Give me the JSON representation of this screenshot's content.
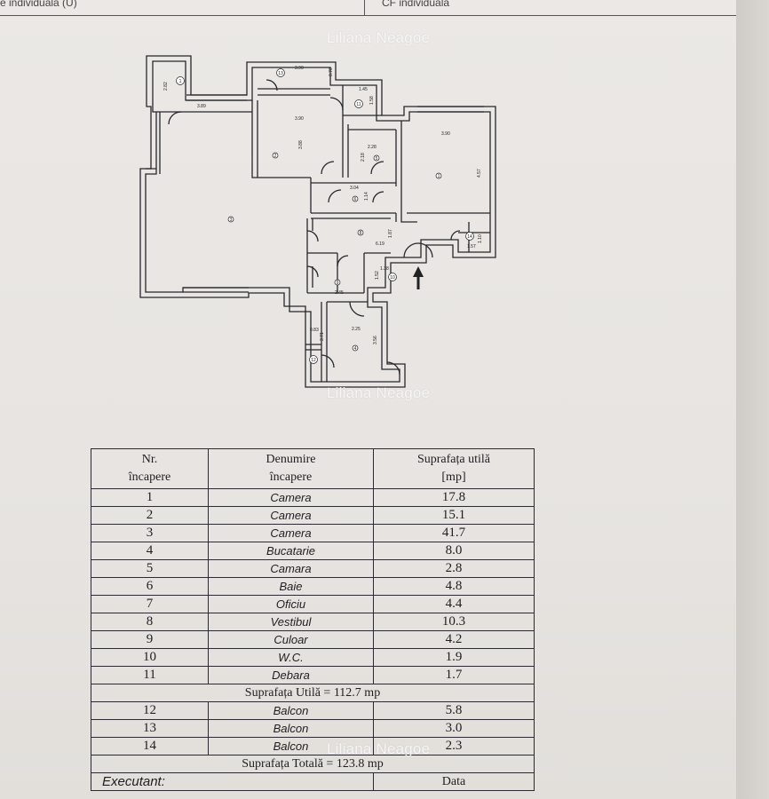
{
  "header": {
    "left_text": "e individuala (U)",
    "right_text": "CF individuala"
  },
  "watermark": {
    "top": "Liliana Neagoe",
    "middle": "Liliana Neagoe",
    "bottom": "Liliana Neagoe"
  },
  "plan": {
    "room_markers": [
      "1",
      "2",
      "3",
      "4",
      "5",
      "6",
      "7",
      "8",
      "9",
      "10",
      "11",
      "12",
      "13",
      "14"
    ],
    "dimensions": [
      "3.90",
      "0.70",
      "2.82",
      "3.89",
      "1.45",
      "1.58",
      "3.90",
      "3.88",
      "2.28",
      "2.18",
      "3.90",
      "4.57",
      "3.04",
      "1.14",
      "1.87",
      "6.19",
      "1.10",
      "1.57",
      "1.38",
      "1.52",
      "2.45",
      "0.83",
      "3.71",
      "2.25",
      "3.56"
    ]
  },
  "table": {
    "headers": {
      "nr": [
        "Nr.",
        "încapere"
      ],
      "name": [
        "Denumire",
        "încapere"
      ],
      "area": [
        "Suprafața utilă",
        "[mp]"
      ]
    },
    "rows": [
      {
        "nr": "1",
        "name": "Camera",
        "area": "17.8"
      },
      {
        "nr": "2",
        "name": "Camera",
        "area": "15.1"
      },
      {
        "nr": "3",
        "name": "Camera",
        "area": "41.7"
      },
      {
        "nr": "4",
        "name": "Bucatarie",
        "area": "8.0"
      },
      {
        "nr": "5",
        "name": "Camara",
        "area": "2.8"
      },
      {
        "nr": "6",
        "name": "Baie",
        "area": "4.8"
      },
      {
        "nr": "7",
        "name": "Oficiu",
        "area": "4.4"
      },
      {
        "nr": "8",
        "name": "Vestibul",
        "area": "10.3"
      },
      {
        "nr": "9",
        "name": "Culoar",
        "area": "4.2"
      },
      {
        "nr": "10",
        "name": "W.C.",
        "area": "1.9"
      },
      {
        "nr": "11",
        "name": "Debara",
        "area": "1.7"
      }
    ],
    "subtotal": "Suprafața Utilă = 112.7 mp",
    "balcony_rows": [
      {
        "nr": "12",
        "name": "Balcon",
        "area": "5.8"
      },
      {
        "nr": "13",
        "name": "Balcon",
        "area": "3.0"
      },
      {
        "nr": "14",
        "name": "Balcon",
        "area": "2.3"
      }
    ],
    "total": "Suprafața Totală = 123.8 mp",
    "executant_label": "Executant:",
    "data_label": "Data"
  }
}
